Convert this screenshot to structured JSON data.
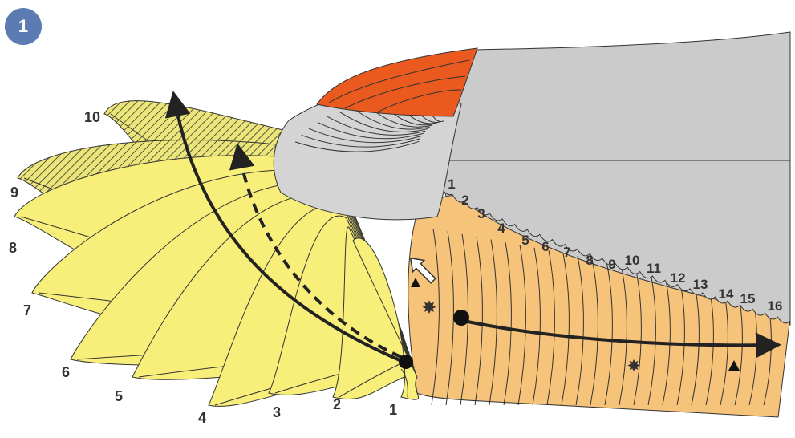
{
  "badge": {
    "label": "1",
    "color": "#5b7bb2"
  },
  "colors": {
    "primary": "#f8ef7a",
    "primary_hatch": "#ece57a",
    "secondary": "#f6c37a",
    "greater_coverts": "#d4d4d4",
    "upper_wing": "#cbcbcb",
    "alula": "#ea5a1f",
    "outline": "#333333"
  },
  "primary_labels": [
    "1",
    "2",
    "3",
    "4",
    "5",
    "6",
    "7",
    "8",
    "9",
    "10"
  ],
  "secondary_labels": [
    "1",
    "2",
    "3",
    "4",
    "5",
    "6",
    "7",
    "8",
    "9",
    "10",
    "11",
    "12",
    "13",
    "14",
    "15",
    "16"
  ],
  "symbols": {
    "dot": "filled-circle",
    "star": "asterisk",
    "triangle": "filled-triangle",
    "open_arrow": "hollow-arrow"
  }
}
